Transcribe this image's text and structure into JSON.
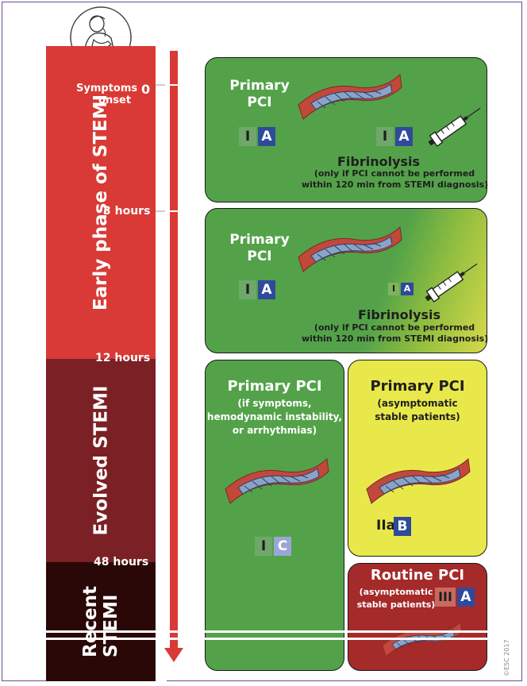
{
  "phases": {
    "early": "Early phase of STEMI",
    "evolved": "Evolved STEMI",
    "recent_line1": "Recent",
    "recent_line2": "STEMI"
  },
  "colors": {
    "early": "#d93a35",
    "evolved": "#7b2024",
    "recent": "#2a0808",
    "arrow": "#d93a35",
    "green": "#53a24a",
    "yellow": "#e9e84a",
    "red_box": "#a52a2a",
    "level_blue": "#2f4a9a"
  },
  "timeline": {
    "symptoms_line1": "Symptoms",
    "symptoms_line2": "onset",
    "t0": "0",
    "t3": "3 hours",
    "t12": "12 hours",
    "t48": "48 hours"
  },
  "box1": {
    "title_line1": "Primary",
    "title_line2": "PCI",
    "pci_class": "I",
    "pci_level": "A",
    "fib_class": "I",
    "fib_level": "A",
    "fib_title": "Fibrinolysis",
    "fib_note_line1": "(only if PCI cannot be performed",
    "fib_note_line2": "within 120 min from STEMI diagnosis)"
  },
  "box2": {
    "title_line1": "Primary",
    "title_line2": "PCI",
    "pci_class": "I",
    "pci_level": "A",
    "fib_class": "I",
    "fib_level": "A",
    "fib_title": "Fibrinolysis",
    "fib_note_line1": "(only if PCI cannot be performed",
    "fib_note_line2": "within 120 min from STEMI diagnosis)"
  },
  "box3": {
    "title": "Primary PCI",
    "sub_line1": "(if symptoms,",
    "sub_line2": "hemodynamic instability,",
    "sub_line3": "or arrhythmias)",
    "class": "I",
    "level": "C"
  },
  "box4": {
    "title": "Primary PCI",
    "sub_line1": "(asymptomatic",
    "sub_line2": "stable patients)",
    "class": "IIa",
    "level": "B"
  },
  "box5": {
    "title": "Routine PCI",
    "sub_line1": "(asymptomatic",
    "sub_line2": "stable patients)",
    "class": "III",
    "level": "A"
  },
  "copyright": "©ESC 2017"
}
